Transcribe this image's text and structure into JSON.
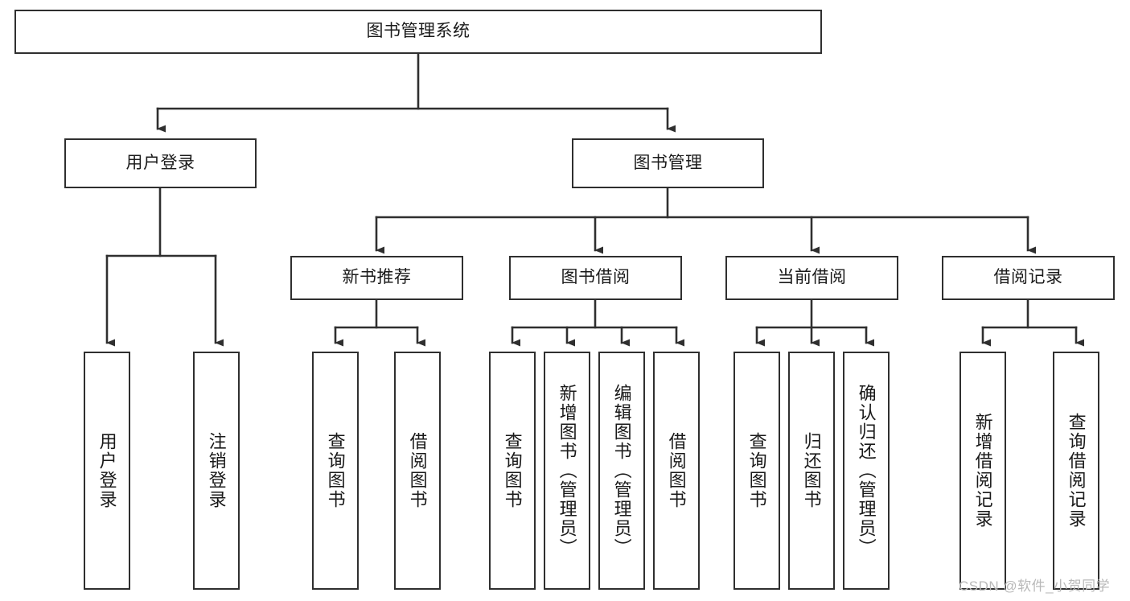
{
  "diagram": {
    "title": "图书管理系统",
    "type": "hierarchy-tree",
    "levels": 4,
    "colors": {
      "border": "#2f2f2f",
      "background": "#ffffff",
      "text": "#1a1a1a",
      "connector": "#2f2f2f",
      "watermark": "#b9b9b9"
    }
  },
  "root": {
    "label": "图书管理系统"
  },
  "level2": [
    {
      "label": "用户登录"
    },
    {
      "label": "图书管理"
    }
  ],
  "level3": [
    {
      "label": "新书推荐"
    },
    {
      "label": "图书借阅"
    },
    {
      "label": "当前借阅"
    },
    {
      "label": "借阅记录"
    }
  ],
  "leaves": {
    "user_login": [
      {
        "label": "用户登录"
      },
      {
        "label": "注销登录"
      }
    ],
    "new_book": [
      {
        "label": "查询图书"
      },
      {
        "label": "借阅图书"
      }
    ],
    "book_borrow": [
      {
        "label": "查询图书"
      },
      {
        "label": "新增图书（管理员）"
      },
      {
        "label": "编辑图书（管理员）"
      },
      {
        "label": "借阅图书"
      }
    ],
    "current_borrow": [
      {
        "label": "查询图书"
      },
      {
        "label": "归还图书"
      },
      {
        "label": "确认归还（管理员）"
      }
    ],
    "borrow_record": [
      {
        "label": "新增借阅记录"
      },
      {
        "label": "查询借阅记录"
      }
    ]
  },
  "watermark": {
    "text": "CSDN @软件_小贺同学"
  }
}
